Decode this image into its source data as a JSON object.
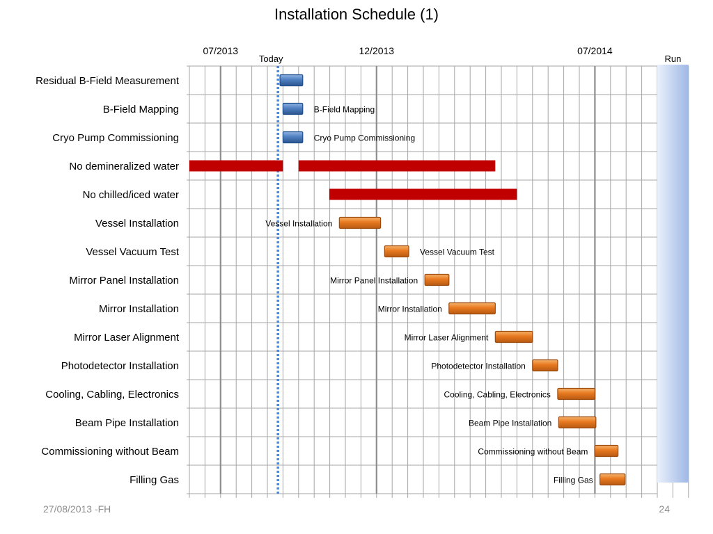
{
  "slide": {
    "title": "Installation Schedule (1)",
    "footer_left": "27/08/2013 -FH",
    "page_number": "24"
  },
  "colors": {
    "grid": "#a6a6a6",
    "major_grid": "#8c8c8c",
    "today_line": "#4a86d4",
    "commissioning_bar": "#4f7fc0",
    "commissioning_dark": "#1f4e8c",
    "constraint_bar": "#c00000",
    "installation_bar": "#e7781f",
    "installation_dark": "#9c4a0e",
    "run_band_light": "#eaf0fb",
    "run_band_dark": "#9fb8e6"
  },
  "chart_data": {
    "type": "gantt",
    "title": "Installation Schedule (1)",
    "x_unit": "month",
    "x_range": [
      "2013-06-01",
      "2014-10-01"
    ],
    "major_ticks": [
      {
        "date": "2013-07-01",
        "label": "07/2013"
      },
      {
        "date": "2013-12-01",
        "label": "12/2013"
      },
      {
        "date": "2014-07-01",
        "label": "07/2014"
      }
    ],
    "grid_subdivision": "half-month",
    "markers": [
      {
        "label": "Today",
        "date": "2013-08-27",
        "style": "dotted-line"
      }
    ],
    "bands": [
      {
        "label": "Run",
        "start": "2014-09-01",
        "end": "2014-10-01"
      }
    ],
    "tasks": [
      {
        "name": "Residual B-Field Measurement",
        "start": "2013-08-29",
        "end": "2013-09-20",
        "category": "commissioning",
        "label": ""
      },
      {
        "name": "B-Field Mapping",
        "start": "2013-09-01",
        "end": "2013-09-20",
        "category": "commissioning",
        "label": "B-Field Mapping"
      },
      {
        "name": "Cryo Pump Commissioning",
        "start": "2013-09-01",
        "end": "2013-09-20",
        "category": "commissioning",
        "label": "Cryo Pump Commissioning"
      },
      {
        "name": "No demineralized water",
        "start": "2013-06-01",
        "end": "2013-09-01",
        "category": "constraint",
        "label": ""
      },
      {
        "name": "No demineralized water",
        "start": "2013-09-16",
        "end": "2014-03-26",
        "category": "constraint",
        "label": ""
      },
      {
        "name": "No chilled/iced water",
        "start": "2013-10-16",
        "end": "2014-04-16",
        "category": "constraint",
        "label": ""
      },
      {
        "name": "Vessel Installation",
        "start": "2013-10-26",
        "end": "2013-12-05",
        "category": "installation",
        "label": "Vessel Installation"
      },
      {
        "name": "Vessel Vacuum Test",
        "start": "2013-12-09",
        "end": "2014-01-02",
        "category": "installation",
        "label": "Vessel Vacuum Test"
      },
      {
        "name": "Mirror Panel Installation",
        "start": "2014-01-18",
        "end": "2014-02-10",
        "category": "installation",
        "label": "Mirror Panel Installation"
      },
      {
        "name": "Mirror Installation",
        "start": "2014-02-10",
        "end": "2014-03-26",
        "category": "installation",
        "label": "Mirror Installation"
      },
      {
        "name": "Mirror Laser Alignment",
        "start": "2014-03-26",
        "end": "2014-05-01",
        "category": "installation",
        "label": "Mirror Laser Alignment"
      },
      {
        "name": "Photodetector Installation",
        "start": "2014-05-01",
        "end": "2014-05-26",
        "category": "installation",
        "label": "Photodetector Installation"
      },
      {
        "name": "Cooling, Cabling, Electronics",
        "start": "2014-05-26",
        "end": "2014-07-01",
        "category": "installation",
        "label": "Cooling, Cabling, Electronics"
      },
      {
        "name": "Beam Pipe Installation",
        "start": "2014-05-27",
        "end": "2014-07-02",
        "category": "installation",
        "label": "Beam Pipe Installation"
      },
      {
        "name": "Commissioning without Beam",
        "start": "2014-07-01",
        "end": "2014-07-24",
        "category": "installation",
        "label": "Commissioning without Beam"
      },
      {
        "name": "Filling Gas",
        "start": "2014-07-06",
        "end": "2014-07-31",
        "category": "installation",
        "label": "Filling Gas"
      }
    ],
    "rows": [
      "Residual B-Field Measurement",
      "B-Field Mapping",
      "Cryo Pump Commissioning",
      "No demineralized water",
      "No chilled/iced water",
      "Vessel Installation",
      "Vessel Vacuum Test",
      "Mirror Panel Installation",
      "Mirror Installation",
      "Mirror Laser Alignment",
      "Photodetector Installation",
      "Cooling, Cabling, Electronics",
      "Beam Pipe Installation",
      "Commissioning without Beam",
      "Filling Gas"
    ]
  }
}
